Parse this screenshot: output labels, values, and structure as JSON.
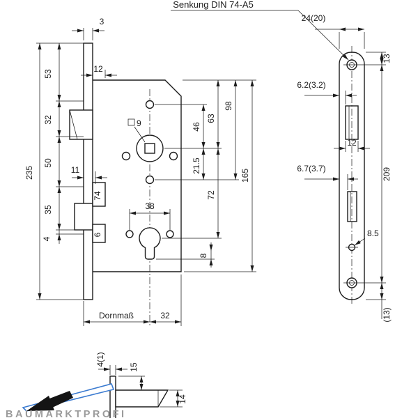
{
  "title_leader": "Senkung DIN 74-A5",
  "watermark": "BAUMARKTPROFI",
  "colors": {
    "line": "#1c1c1c",
    "logo_blue": "#3a7ad0",
    "logo_gray": "#9b9b9b"
  },
  "main": {
    "d3": "3",
    "d12": "12",
    "d53": "53",
    "d32": "32",
    "d50": "50",
    "d35": "35",
    "d4": "4",
    "d235": "235",
    "d11": "11",
    "boxed74": "74",
    "boxed6": "6",
    "sq9": "9",
    "d38": "38",
    "d46": "46",
    "d21_5": "21.5",
    "d63": "63",
    "d98": "98",
    "d72": "72",
    "d165": "165",
    "d8": "8",
    "backset_label": "Dornmaß",
    "backset_32": "32"
  },
  "plate": {
    "d24": "24(20)",
    "d13top": "13",
    "d62": "6.2(3.2)",
    "d12slot": "12",
    "d67": "6.7(3.7)",
    "d209": "209",
    "d85": "8.5",
    "d13bot": "(13)"
  },
  "latch": {
    "d41": "4(1)",
    "d15": "15",
    "d14": "14"
  }
}
